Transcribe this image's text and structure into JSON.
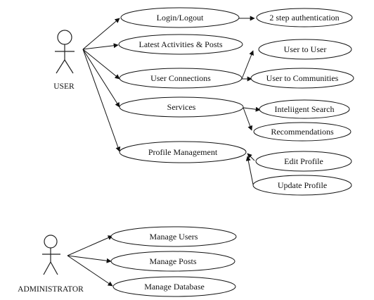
{
  "actors": {
    "user": "USER",
    "admin": "ADMINISTRATOR"
  },
  "use_cases": {
    "login": "Login/Logout",
    "two_step": "2 step authentication",
    "latest": "Latest Activities & Posts",
    "connections": "User Connections",
    "user_to_user": "User to User",
    "user_to_communities": "User to Communities",
    "services": "Services",
    "intelligent_search": "Inteliigent Search",
    "recommendations": "Recommendations",
    "profile": "Profile Management",
    "edit_profile": "Edit Profile",
    "update_profile": "Update Profile",
    "manage_users": "Manage Users",
    "manage_posts": "Manage Posts",
    "manage_database": "Manage Database"
  }
}
